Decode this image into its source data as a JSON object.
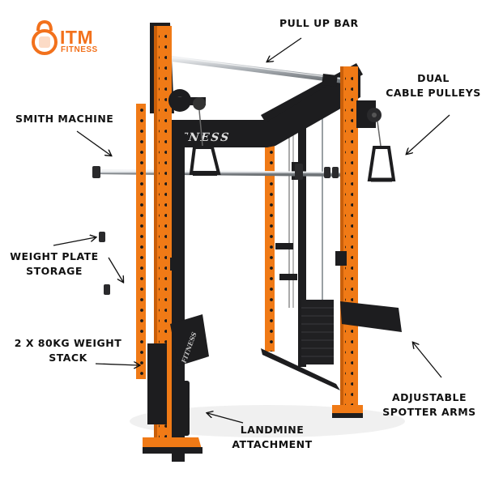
{
  "brand": {
    "name": "ITM",
    "sub": "FITNESS",
    "accent_color": "#F2711C",
    "rack_label": "FITNESS",
    "rack_label_side": "FITNESS",
    "logo_icon": "kettlebell-icon"
  },
  "colors": {
    "frame_orange": "#F07A16",
    "frame_black": "#1D1D1F",
    "chrome": "#C9CDD1",
    "text": "#111111"
  },
  "callouts": {
    "pull_up_bar": "PULL UP BAR",
    "dual_cable_pulleys_1": "DUAL",
    "dual_cable_pulleys_2": "CABLE PULLEYS",
    "smith_machine": "SMITH MACHINE",
    "weight_plate_storage_1": "WEIGHT PLATE",
    "weight_plate_storage_2": "STORAGE",
    "weight_stack_1": "2 X 80KG WEIGHT",
    "weight_stack_2": "STACK",
    "spotter_arms_1": "ADJUSTABLE",
    "spotter_arms_2": "SPOTTER ARMS",
    "landmine_1": "LANDMINE",
    "landmine_2": "ATTACHMENT"
  }
}
